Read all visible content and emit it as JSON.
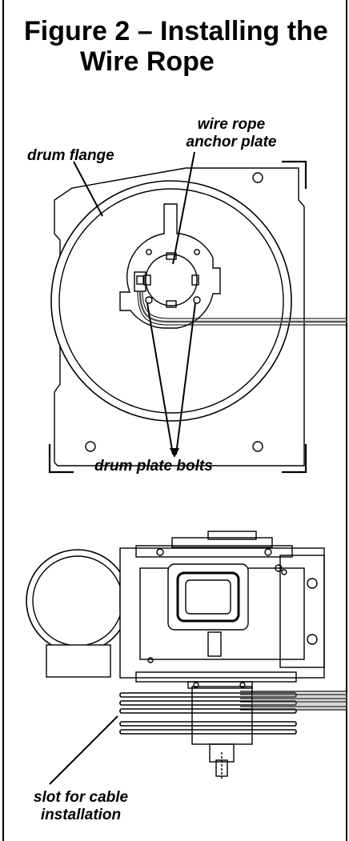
{
  "figure": {
    "title_line1": "Figure 2 – Installing the",
    "title_line2": "Wire Rope"
  },
  "labels": {
    "wire_rope_line1": "wire rope",
    "wire_rope_line2": "anchor plate",
    "drum_flange": "drum flange",
    "drum_plate_bolts": "drum plate bolts",
    "slot_line1": "slot for cable",
    "slot_line2": "installation"
  }
}
